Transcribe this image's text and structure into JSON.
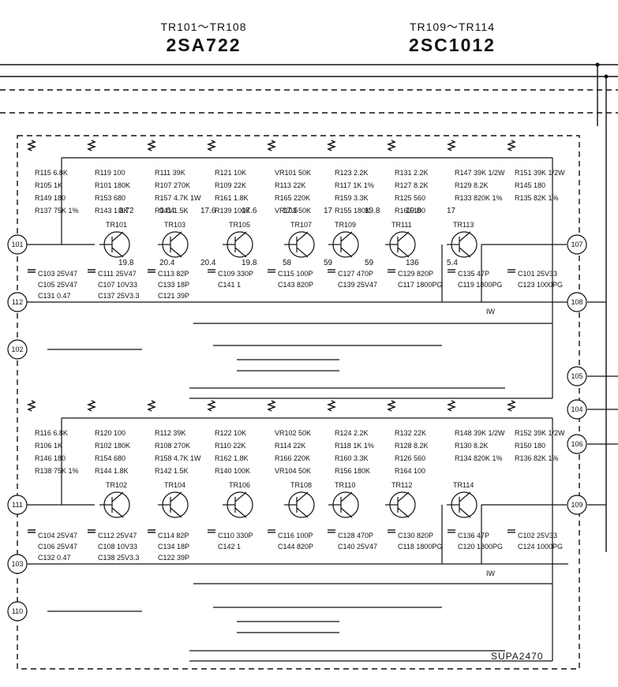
{
  "header": {
    "left_range": "TR101～TR108",
    "left_part": "2SA722",
    "right_range": "TR109～TR114",
    "right_part": "2SC1012"
  },
  "pads": [
    "101",
    "112",
    "102",
    "107",
    "108",
    "105",
    "104",
    "106",
    "111",
    "103",
    "110",
    "109"
  ],
  "upper": {
    "transistors": [
      "TR101",
      "TR103",
      "TR105",
      "TR107",
      "TR109",
      "TR111",
      "TR113"
    ],
    "resistors": [
      "R115 6.8K",
      "R119 100",
      "R111 39K",
      "R121 10K",
      "VR101 50K",
      "R123 2.2K",
      "R131 2.2K",
      "R147 39K 1/2W",
      "R151 39K 1/2W",
      "R105 1K",
      "R101 180K",
      "R107 270K",
      "R109 22K",
      "R113 22K",
      "R117 1K 1%",
      "R127 8.2K",
      "R129 8.2K",
      "R145 180",
      "R149 180",
      "R153 680",
      "R157 4.7K 1W",
      "R161 1.8K",
      "R165 220K",
      "R159 3.3K",
      "R125 560",
      "R133 820K 1%",
      "R135 82K 1%",
      "R137 75K 1%",
      "R143 1.8K",
      "R141 1.5K",
      "R139 100K",
      "VR103 50K",
      "R155 180K",
      "R163 100"
    ],
    "capacitors": [
      "C103 25V47",
      "C111 25V47",
      "C113 82P",
      "C109 330P",
      "C115 100P",
      "C127 470P",
      "C129 820P",
      "C135 47P",
      "C101 25V33",
      "C105 25V47",
      "C107 10V33",
      "C133 18P",
      "C141 1",
      "C143 820P",
      "C139 25V47",
      "C117 1800PG",
      "C119 1800PG",
      "C123 1000PG",
      "C131 0.47",
      "C137 25V3.3",
      "C121 39P"
    ],
    "voltages": [
      "0.72",
      "0.64",
      "17.6",
      "17.6",
      "17.6",
      "17",
      "19.8",
      "19.8",
      "17",
      "19.8",
      "20.4",
      "20.4",
      "19.8",
      "58",
      "59",
      "59",
      "136",
      "5.4"
    ],
    "misc": [
      "IW"
    ]
  },
  "lower": {
    "transistors": [
      "TR102",
      "TR104",
      "TR106",
      "TR108",
      "TR110",
      "TR112",
      "TR114"
    ],
    "resistors": [
      "R116 6.8K",
      "R120 100",
      "R112 39K",
      "R122 10K",
      "VR102 50K",
      "R124 2.2K",
      "R132 22K",
      "R148 39K 1/2W",
      "R152 39K 1/2W",
      "R106 1K",
      "R102 180K",
      "R108 270K",
      "R110 22K",
      "R114 22K",
      "R118 1K 1%",
      "R128 8.2K",
      "R130 8.2K",
      "R150 180",
      "R146 180",
      "R154 680",
      "R158 4.7K 1W",
      "R162 1.8K",
      "R166 220K",
      "R160 3.3K",
      "R126 560",
      "R134 820K 1%",
      "R136 82K 1%",
      "R138 75K 1%",
      "R144 1.8K",
      "R142 1.5K",
      "R140 100K",
      "VR104 50K",
      "R156 180K",
      "R164 100"
    ],
    "capacitors": [
      "C104 25V47",
      "C112 25V47",
      "C114 82P",
      "C110 330P",
      "C116 100P",
      "C128 470P",
      "C130 820P",
      "C136 47P",
      "C102 25V33",
      "C106 25V47",
      "C108 10V33",
      "C134 18P",
      "C142 1",
      "C144 820P",
      "C140 25V47",
      "C118 1800PG",
      "C120 1800PG",
      "C124 1000PG",
      "C132 0.47",
      "C138 25V3.3",
      "C122 39P"
    ],
    "misc": [
      "IW"
    ]
  },
  "footer": {
    "code": "SUPA2470"
  }
}
